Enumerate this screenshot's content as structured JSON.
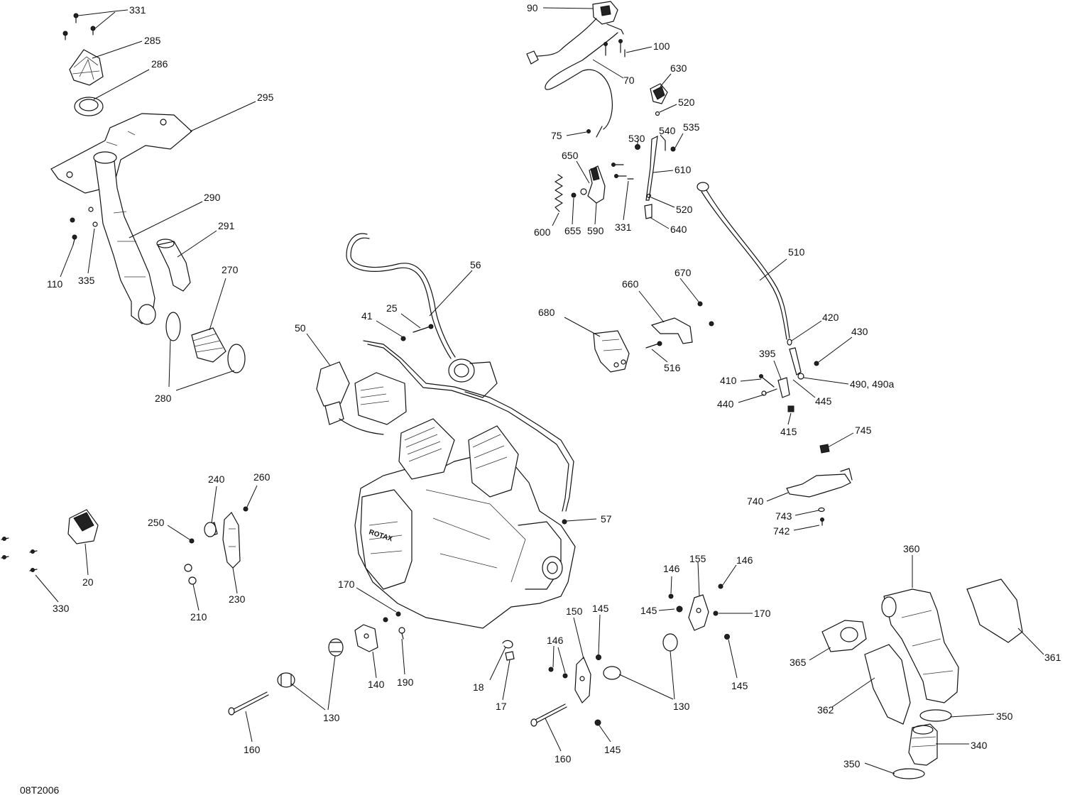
{
  "diagram": {
    "code": "08T2006",
    "labels": {
      "l331a": "331",
      "l285": "285",
      "l286": "286",
      "l295": "295",
      "l290": "290",
      "l291": "291",
      "l270": "270",
      "l280": "280",
      "l110": "110",
      "l335": "335",
      "l90": "90",
      "l100": "100",
      "l70": "70",
      "l630": "630",
      "l520a": "520",
      "l75": "75",
      "l530": "530",
      "l540": "540",
      "l535": "535",
      "l650": "650",
      "l610": "610",
      "l520b": "520",
      "l600": "600",
      "l655": "655",
      "l590": "590",
      "l331b": "331",
      "l640": "640",
      "l510": "510",
      "l56": "56",
      "l25": "25",
      "l41": "41",
      "l50": "50",
      "l670": "670",
      "l660": "660",
      "l680": "680",
      "l516": "516",
      "l420": "420",
      "l430": "430",
      "l395": "395",
      "l410": "410",
      "l490": "490, 490a",
      "l440": "440",
      "l445": "445",
      "l415": "415",
      "l745": "745",
      "l740": "740",
      "l743": "743",
      "l742": "742",
      "l57": "57",
      "l240": "240",
      "l260": "260",
      "l250": "250",
      "l20": "20",
      "l230": "230",
      "l210": "210",
      "l330": "330",
      "l170a": "170",
      "l146a": "146",
      "l155": "155",
      "l146b": "146",
      "l360": "360",
      "l145a": "145",
      "l170b": "170",
      "l150": "150",
      "l145b": "145",
      "l146c": "146",
      "l140": "140",
      "l190": "190",
      "l18": "18",
      "l17": "17",
      "l130a": "130",
      "l160a": "160",
      "l145c": "145",
      "l130b": "130",
      "l160b": "160",
      "l145d": "145",
      "l365": "365",
      "l361": "361",
      "l362": "362",
      "l350a": "350",
      "l340": "340",
      "l350b": "350"
    }
  }
}
